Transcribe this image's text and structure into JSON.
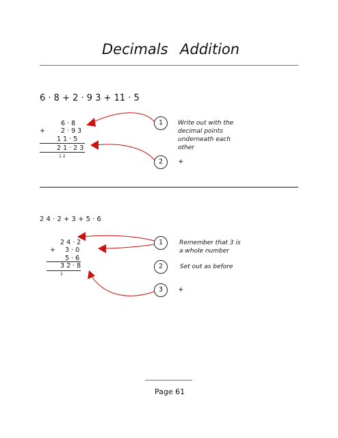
{
  "header": {
    "title_left": "Decimals",
    "title_right": "Addition"
  },
  "example1": {
    "expression": "6 · 8 + 2 · 9 3 + 11 · 5",
    "rows": [
      "6 · 8",
      "2 · 9 3",
      "1 1 · 5",
      "2 1 · 2 3"
    ],
    "plus_sign": "+",
    "carries": "1  2",
    "steps": [
      {
        "number": "1",
        "text": [
          "Write out with the",
          "decimal points",
          "underneath each",
          "other"
        ]
      },
      {
        "number": "2",
        "text": [
          "+"
        ]
      }
    ]
  },
  "example2": {
    "expression": "2 4 · 2 + 3 + 5 · 6",
    "rows": [
      "2 4 · 2",
      "3 · 0",
      "5 · 6",
      "3 2 · 8"
    ],
    "plus_sign": "+",
    "carries": "1",
    "steps": [
      {
        "number": "1",
        "text": [
          "Remember that 3 is",
          "a whole number"
        ]
      },
      {
        "number": "2",
        "text": [
          "Set out as before"
        ]
      },
      {
        "number": "3",
        "text": [
          "+"
        ]
      }
    ]
  },
  "footer": {
    "page_label": "Page 61"
  },
  "colors": {
    "accent": "#d04848",
    "arrow": "#cc1111"
  }
}
